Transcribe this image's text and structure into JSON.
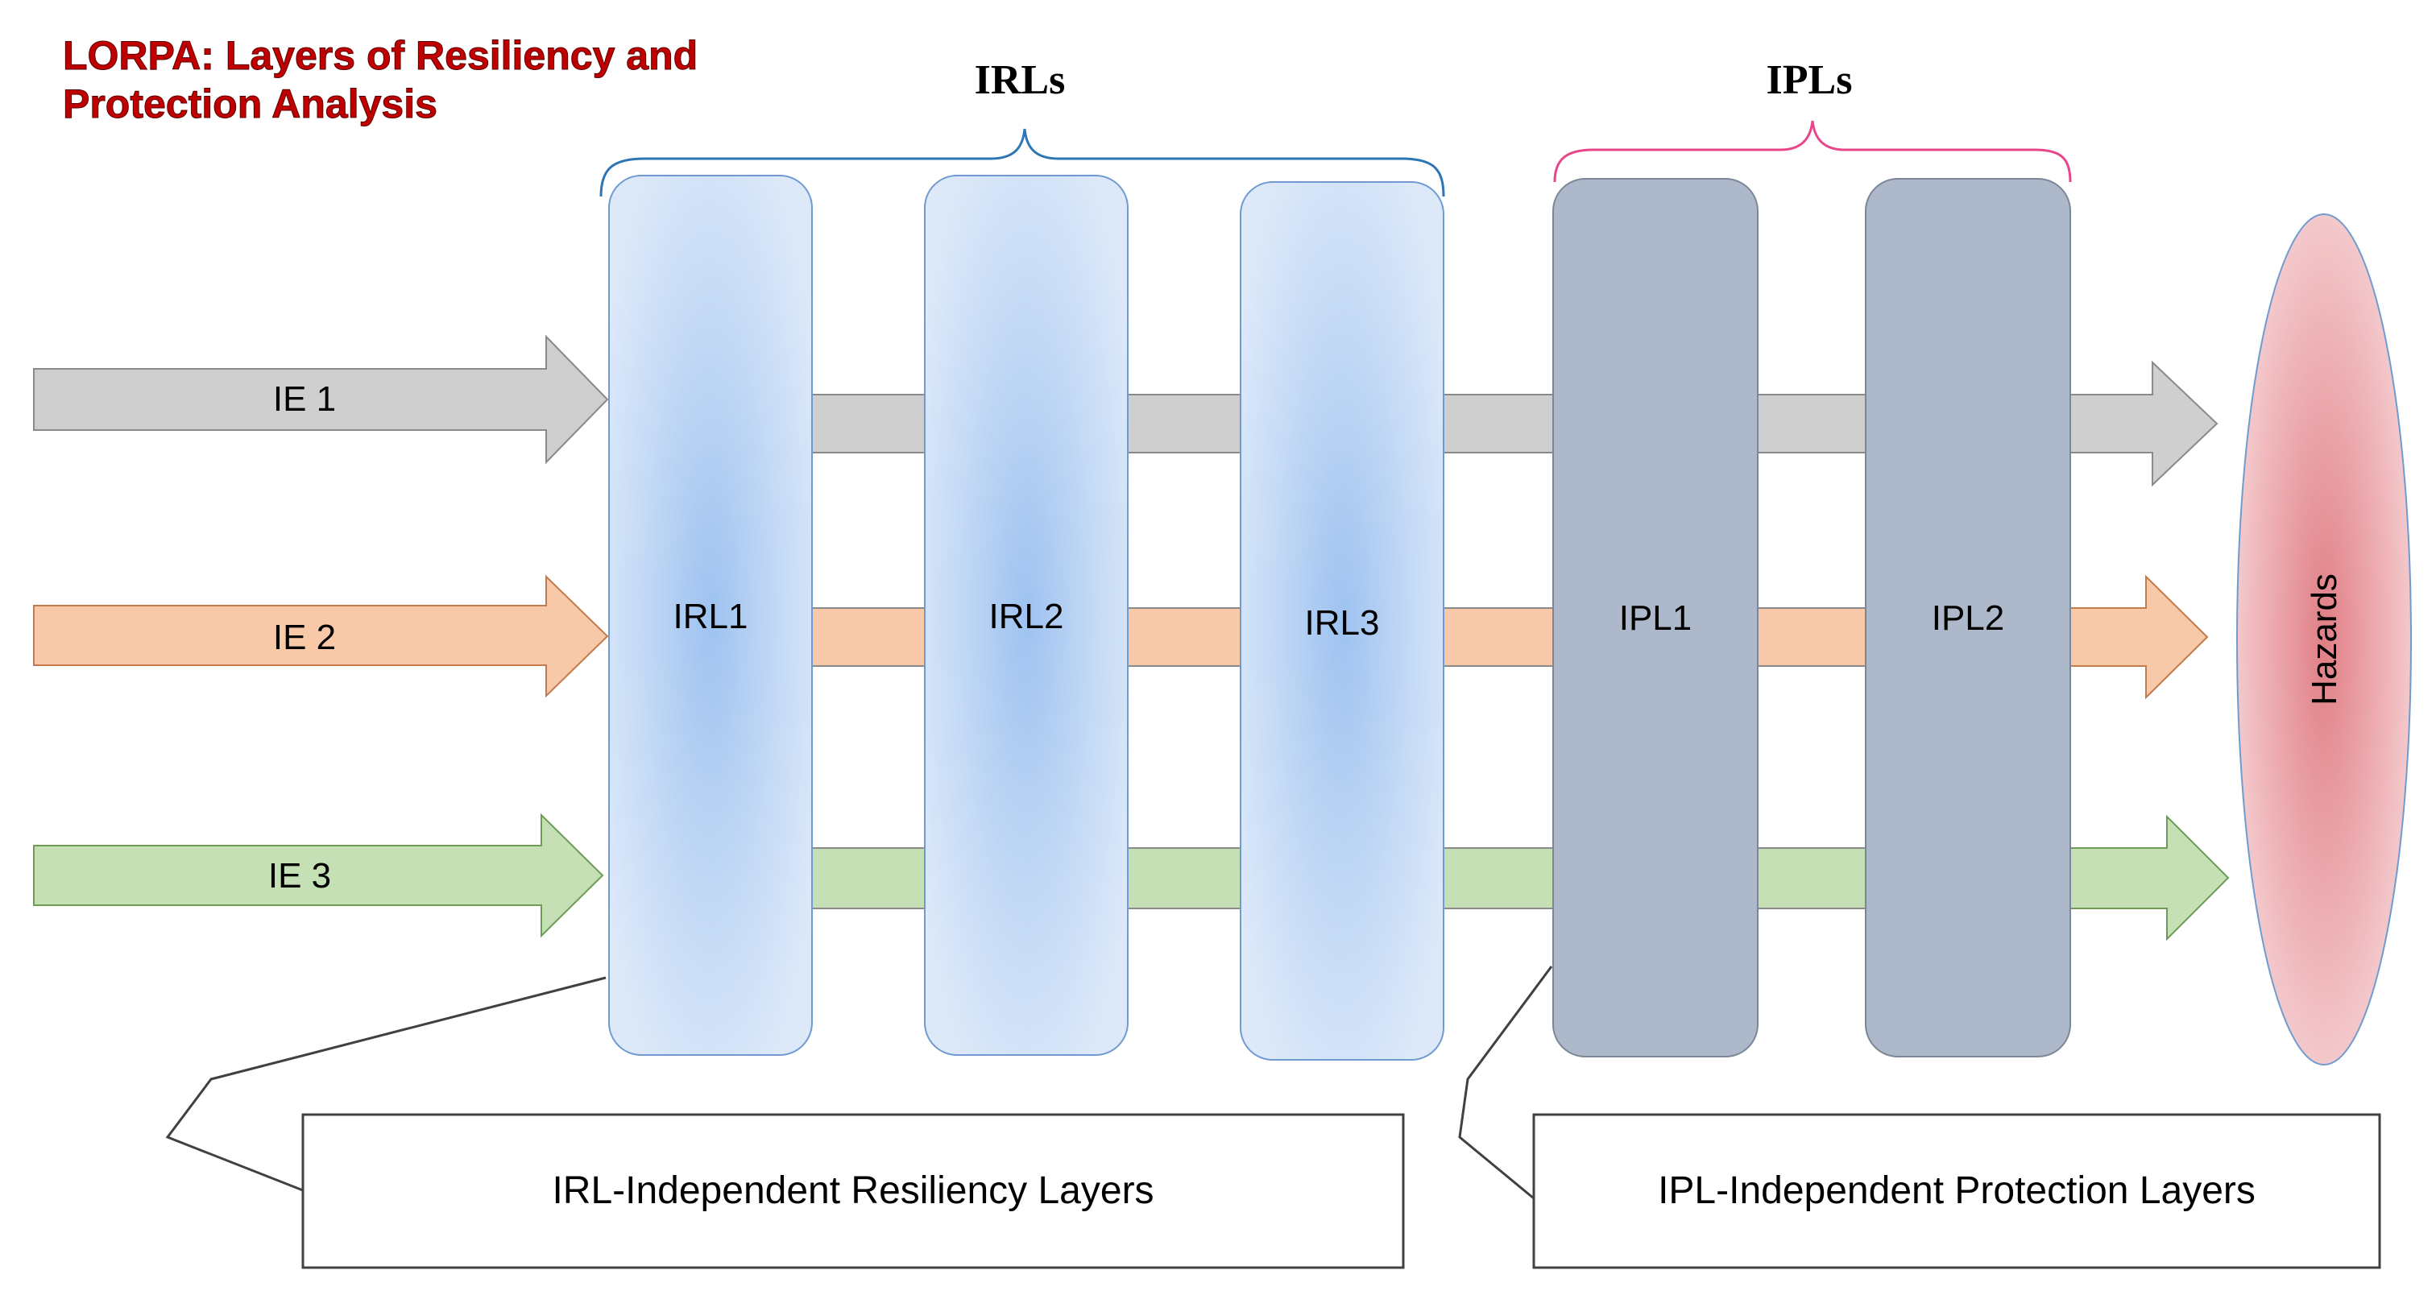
{
  "title": {
    "line1": "LORPA: Layers of Resiliency and",
    "line2": "Protection Analysis",
    "color": "#c00000"
  },
  "groups": {
    "irls_label": "IRLs",
    "ipls_label": "IPLs",
    "irls_brace_color": "#2e75b6",
    "ipls_brace_color": "#e8458b"
  },
  "inputs": [
    {
      "label": "IE 1",
      "color": "#cfcfcf"
    },
    {
      "label": "IE 2",
      "color": "#f8c9a8"
    },
    {
      "label": "IE 3",
      "color": "#c5e0b4"
    }
  ],
  "layers": [
    {
      "label": "IRL1",
      "kind": "resiliency"
    },
    {
      "label": "IRL2",
      "kind": "resiliency"
    },
    {
      "label": "IRL3",
      "kind": "resiliency"
    },
    {
      "label": "IPL1",
      "kind": "protection"
    },
    {
      "label": "IPL2",
      "kind": "protection"
    }
  ],
  "hazards": {
    "label": "Hazards"
  },
  "callouts": {
    "irl": "IRL-Independent Resiliency Layers",
    "ipl": "IPL-Independent Protection Layers"
  }
}
